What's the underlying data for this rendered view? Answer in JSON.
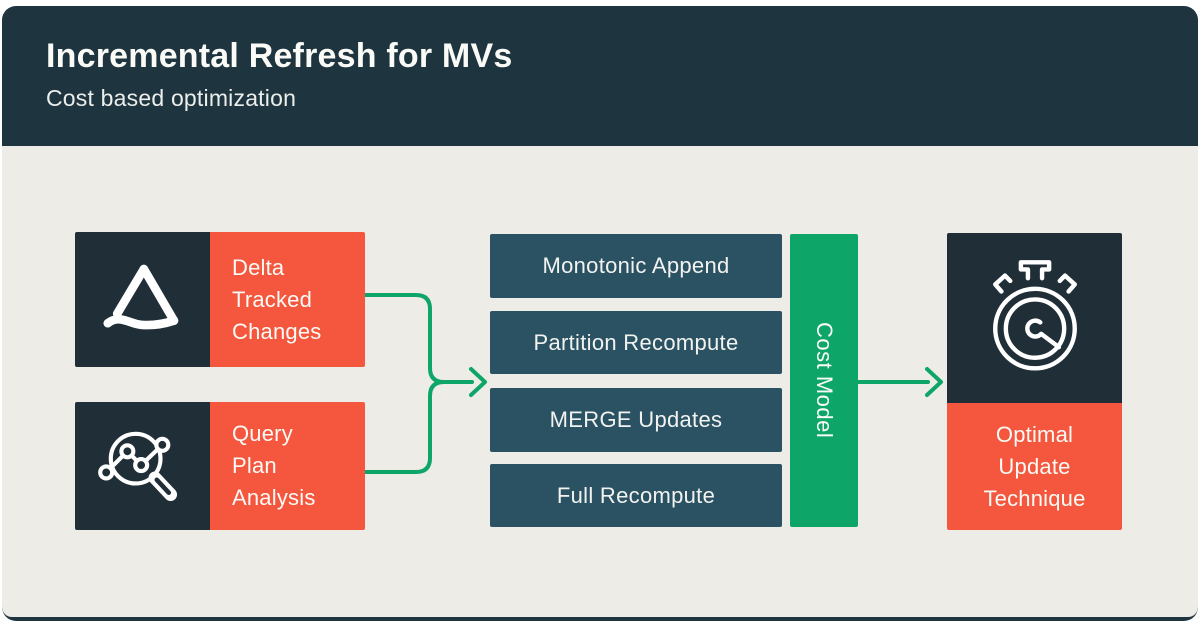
{
  "header": {
    "title": "Incremental Refresh for MVs",
    "subtitle": "Cost based optimization"
  },
  "flow": {
    "inputs": [
      {
        "name": "delta-tracked-changes",
        "icon": "delta-lake-icon",
        "lines": [
          "Delta",
          "Tracked",
          "Changes"
        ]
      },
      {
        "name": "query-plan-analysis",
        "icon": "query-plan-magnifier-icon",
        "lines": [
          "Query",
          "Plan",
          "Analysis"
        ]
      }
    ],
    "strategies": [
      "Monotonic Append",
      "Partition Recompute",
      "MERGE Updates",
      "Full Recompute"
    ],
    "cost_model": {
      "label": "Cost Model"
    },
    "output": {
      "name": "optimal-update-technique",
      "icon": "stopwatch-icon",
      "lines": [
        "Optimal",
        "Update",
        "Technique"
      ]
    }
  },
  "colors": {
    "page-bg": "#ffffff",
    "header-bg": "#1e3540",
    "canvas-bg": "#edece7",
    "accent-orange": "#f4573d",
    "accent-green": "#0ea568",
    "icon-navy": "#202e38",
    "strategy-teal": "#2a5263",
    "text-light": "#fafaf7"
  }
}
